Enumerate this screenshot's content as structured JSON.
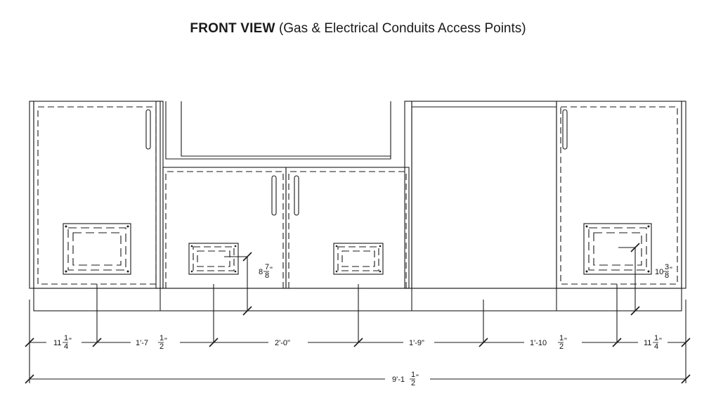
{
  "title": {
    "bold": "FRONT VIEW",
    "sub": "(Gas & Electrical Conduits Access Points)"
  },
  "dimensions": {
    "seg1": {
      "whole": "11",
      "num": "1",
      "den": "4",
      "unit": "\""
    },
    "seg2": {
      "whole": "1'-7",
      "num": "1",
      "den": "2",
      "unit": "\""
    },
    "seg3": {
      "whole": "2'-0\"",
      "num": "",
      "den": "",
      "unit": ""
    },
    "seg4": {
      "whole": "1'-9\"",
      "num": "",
      "den": "",
      "unit": ""
    },
    "seg5": {
      "whole": "1'-10",
      "num": "1",
      "den": "2",
      "unit": "\""
    },
    "seg6": {
      "whole": "11",
      "num": "1",
      "den": "4",
      "unit": "\""
    },
    "total": {
      "whole": "9'-1",
      "num": "1",
      "den": "2",
      "unit": "\""
    },
    "height_left": {
      "whole": "8",
      "num": "7",
      "den": "8",
      "unit": "\""
    },
    "height_right": {
      "whole": "10",
      "num": "3",
      "den": "8",
      "unit": "\""
    }
  },
  "colors": {
    "line": "#1a1a1a",
    "dash": "#222222",
    "background": "#ffffff"
  }
}
